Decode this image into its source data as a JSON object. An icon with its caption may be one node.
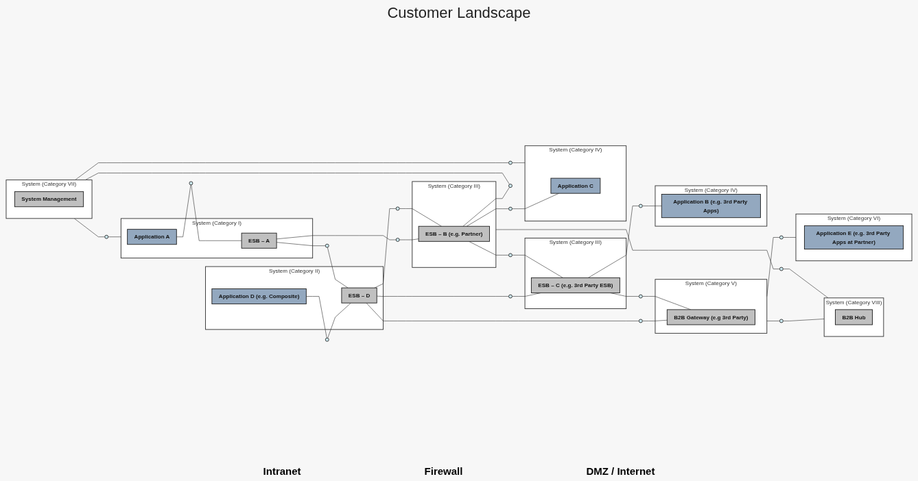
{
  "diagram": {
    "title": "Customer Landscape",
    "nodes": [
      {
        "text": [
          "System (Category I)"
        ]
      },
      {
        "text": [
          "Application A"
        ],
        "in": 0
      },
      {
        "text": [
          "ESB – A"
        ],
        "in": 0
      },
      {
        "text": [
          "System (Category II)"
        ]
      },
      {
        "text": [
          "Application D (e.g. Composite)"
        ],
        "in": 3
      },
      {
        "text": [
          "ESB – D"
        ],
        "in": 3
      },
      {
        "text": [
          "System (Category V)"
        ]
      },
      {
        "text": [
          "B2B Gateway (e.g 3rd Party)"
        ],
        "in": 6
      },
      {
        "text": [
          "System (Category VI)"
        ]
      },
      {
        "text": [
          "Application E (e.g. 3rd Party Apps at Partner)"
        ],
        "in": 8
      },
      {
        "text": [
          "System (Category III)"
        ]
      },
      {
        "text": [
          "ESB – B (e.g. Partner)"
        ],
        "in": 10
      },
      {
        "text": [
          "System (Category III)"
        ]
      },
      {
        "text": [
          "ESB – C (e.g. 3rd Party ESB)"
        ],
        "in": 12
      },
      {
        "text": [
          "System (Category VII)"
        ]
      },
      {
        "text": [
          "System Management"
        ],
        "in": 14
      },
      {
        "text": [
          "System (Category IV)"
        ]
      },
      {
        "text": [
          "Application C"
        ],
        "in": 16
      },
      {
        "text": [
          "System (Category IV)"
        ]
      },
      {
        "text": [
          "Application B (e.g. 3rd Party Apps)"
        ],
        "in": 18
      },
      {
        "text": [
          "System (Category VIII)"
        ]
      },
      {
        "text": [
          "B2B Hub"
        ],
        "in": 20
      },
      {
        "text": [],
        "shape": "circle"
      },
      {
        "text": [],
        "shape": "circle"
      },
      {
        "text": [],
        "shape": "circle"
      },
      {
        "text": [],
        "shape": "circle"
      },
      {
        "text": [],
        "shape": "circle"
      },
      {
        "text": [],
        "shape": "circle"
      },
      {
        "text": [],
        "shape": "circle"
      },
      {
        "text": [],
        "shape": "circle"
      },
      {
        "text": [],
        "shape": "circle"
      },
      {
        "text": [],
        "shape": "circle"
      },
      {
        "text": [],
        "shape": "circle"
      },
      {
        "text": [],
        "shape": "circle"
      },
      {
        "text": [],
        "shape": "circle"
      },
      {
        "text": [],
        "shape": "circle"
      },
      {
        "text": [],
        "shape": "circle"
      },
      {
        "text": [],
        "shape": "circle"
      },
      {
        "text": [],
        "shape": "circle"
      }
    ],
    "edges": [
      {
        "from": 1,
        "to": 22,
        "arrow": "none"
      },
      {
        "from": 22,
        "to": 2,
        "arrow": "none"
      },
      {
        "from": 4,
        "to": 23,
        "arrow": "none"
      },
      {
        "from": 23,
        "to": 5,
        "arrow": "none"
      },
      {
        "from": 5,
        "to": 24,
        "arrow": "none"
      },
      {
        "from": 24,
        "to": 7,
        "arrow": "none"
      },
      {
        "from": 2,
        "to": 25,
        "arrow": "none"
      },
      {
        "from": 25,
        "to": 5,
        "arrow": "none"
      },
      {
        "from": 14,
        "to": 26,
        "arrow": "none"
      },
      {
        "from": 26,
        "to": 0,
        "arrow": "none"
      },
      {
        "from": 2,
        "to": 27,
        "arrow": "none"
      },
      {
        "from": 27,
        "to": 11,
        "arrow": "none"
      },
      {
        "from": 5,
        "to": 28,
        "arrow": "none"
      },
      {
        "from": 28,
        "to": 11,
        "arrow": "none"
      },
      {
        "from": 5,
        "to": 29,
        "arrow": "none"
      },
      {
        "from": 29,
        "to": 13,
        "arrow": "none"
      },
      {
        "from": 6,
        "to": 30,
        "arrow": "none"
      },
      {
        "from": 30,
        "to": 8,
        "arrow": "none"
      },
      {
        "from": 11,
        "to": 31,
        "arrow": "none"
      },
      {
        "from": 31,
        "to": 14,
        "arrow": "none"
      },
      {
        "from": 11,
        "to": 32,
        "arrow": "none"
      },
      {
        "from": 32,
        "to": 13,
        "arrow": "none"
      },
      {
        "from": 13,
        "to": 33,
        "arrow": "none"
      },
      {
        "from": 33,
        "to": 7,
        "arrow": "none"
      },
      {
        "from": 13,
        "to": 34,
        "arrow": "none"
      },
      {
        "from": 34,
        "to": 19,
        "arrow": "none"
      },
      {
        "from": 6,
        "to": 35,
        "arrow": "none"
      },
      {
        "from": 35,
        "to": 20,
        "arrow": "none"
      },
      {
        "from": 11,
        "to": 36,
        "arrow": "none"
      },
      {
        "from": 36,
        "to": 17,
        "arrow": "none"
      },
      {
        "from": 10,
        "to": 37,
        "arrow": "none"
      },
      {
        "from": 37,
        "to": 20,
        "arrow": "none"
      },
      {
        "from": 14,
        "to": 38,
        "arrow": "none"
      },
      {
        "from": 38,
        "to": 16,
        "arrow": "none"
      }
    ],
    "labels": [
      "Intranet",
      "Firewall",
      "DMZ / Internet"
    ]
  }
}
